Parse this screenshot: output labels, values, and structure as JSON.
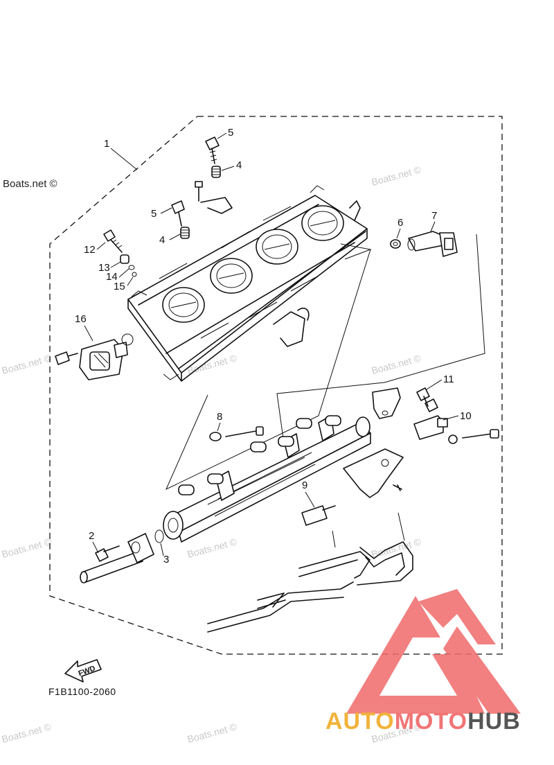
{
  "watermarks": {
    "left": "Boats.net ©",
    "repeat": "Boats.net ©"
  },
  "callouts": {
    "c1": "1",
    "c2": "2",
    "c3": "3",
    "c4a": "4",
    "c4b": "4",
    "c5a": "5",
    "c5b": "5",
    "c6": "6",
    "c7": "7",
    "c8": "8",
    "c9": "9",
    "c10": "10",
    "c11": "11",
    "c12": "12",
    "c13": "13",
    "c14": "14",
    "c15": "15",
    "c16": "16"
  },
  "fwd_label": "FWD",
  "figure_code": "F1B1100-2060",
  "brand": {
    "part1": "AUTO",
    "part2": "MOTO",
    "part3": "HUB",
    "colors": {
      "auto": "#f2b33a",
      "moto": "#f07575",
      "hub": "#555555",
      "logo": "#f06b6b"
    }
  }
}
